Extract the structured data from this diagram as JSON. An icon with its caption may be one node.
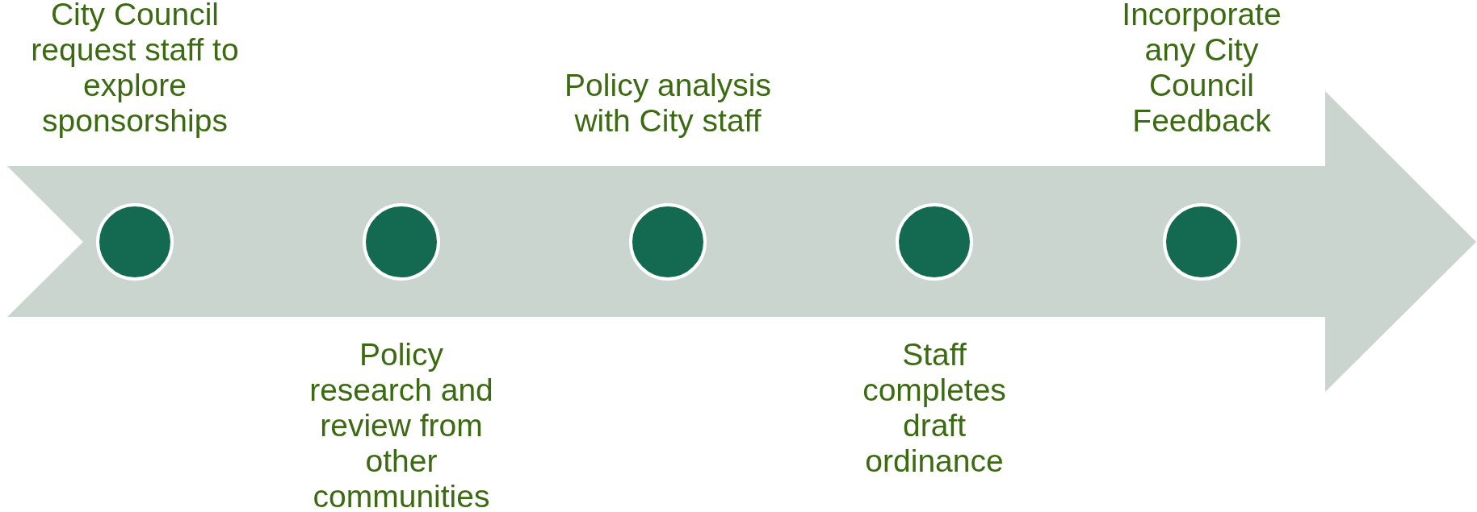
{
  "diagram": {
    "nodes": [
      {
        "text": [
          "City Council request staff to explore sponsorships"
        ]
      },
      {
        "text": [
          "Policy research and review from other communities"
        ]
      },
      {
        "text": [
          "Policy analysis with City staff"
        ]
      },
      {
        "text": [
          "Staff completes draft ordinance"
        ]
      },
      {
        "text": [
          "Incorporate any City Council Feedback"
        ]
      }
    ]
  }
}
